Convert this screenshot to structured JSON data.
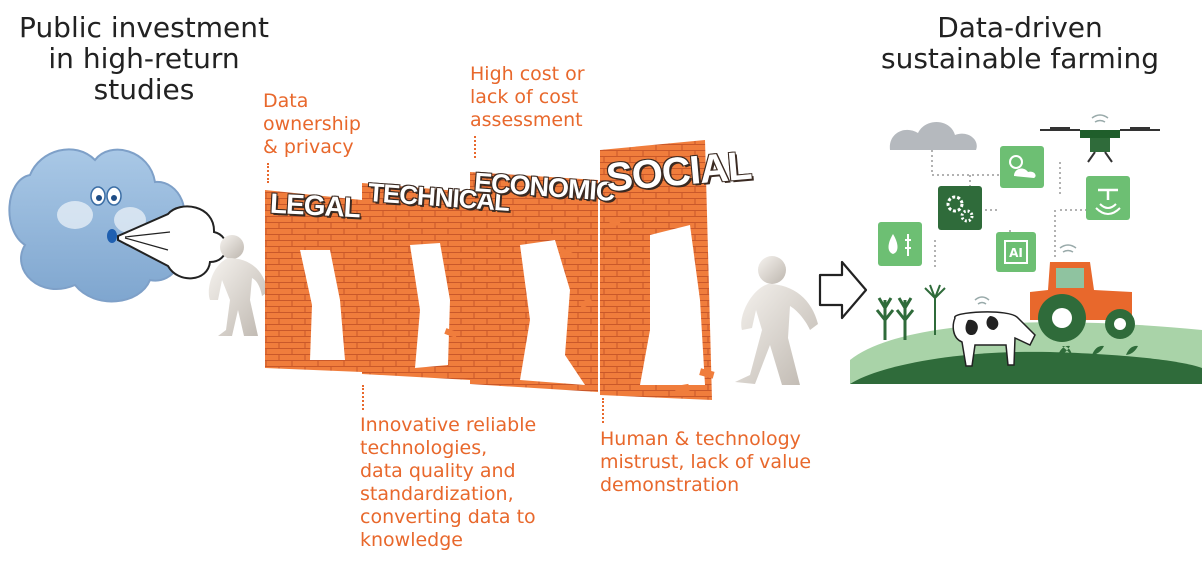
{
  "left_title": [
    "Public investment",
    "in high-return",
    "studies"
  ],
  "right_title": [
    "Data-driven",
    "sustainable farming"
  ],
  "barriers": [
    {
      "label": "LEGAL",
      "note": [
        "Data",
        "ownership",
        "& privacy"
      ]
    },
    {
      "label": "TECHNICAL",
      "note": [
        "Innovative reliable",
        "technologies,",
        "data quality and",
        "standardization,",
        "converting data to",
        "knowledge"
      ]
    },
    {
      "label": "ECONOMIC",
      "note": [
        "High cost or",
        "lack of cost",
        "assessment"
      ]
    },
    {
      "label": "SOCIAL",
      "note": [
        "Human & technology",
        "mistrust, lack of value",
        "demonstration"
      ]
    }
  ],
  "farm_icons": {
    "ai_chip": "AI"
  },
  "colors": {
    "accent_orange": "#e8682c",
    "brick": "#f07d3c",
    "icon_green": "#6dbf73",
    "field_green": "#2f6b3a",
    "tractor_orange": "#e8682c",
    "heading": "#222222"
  }
}
